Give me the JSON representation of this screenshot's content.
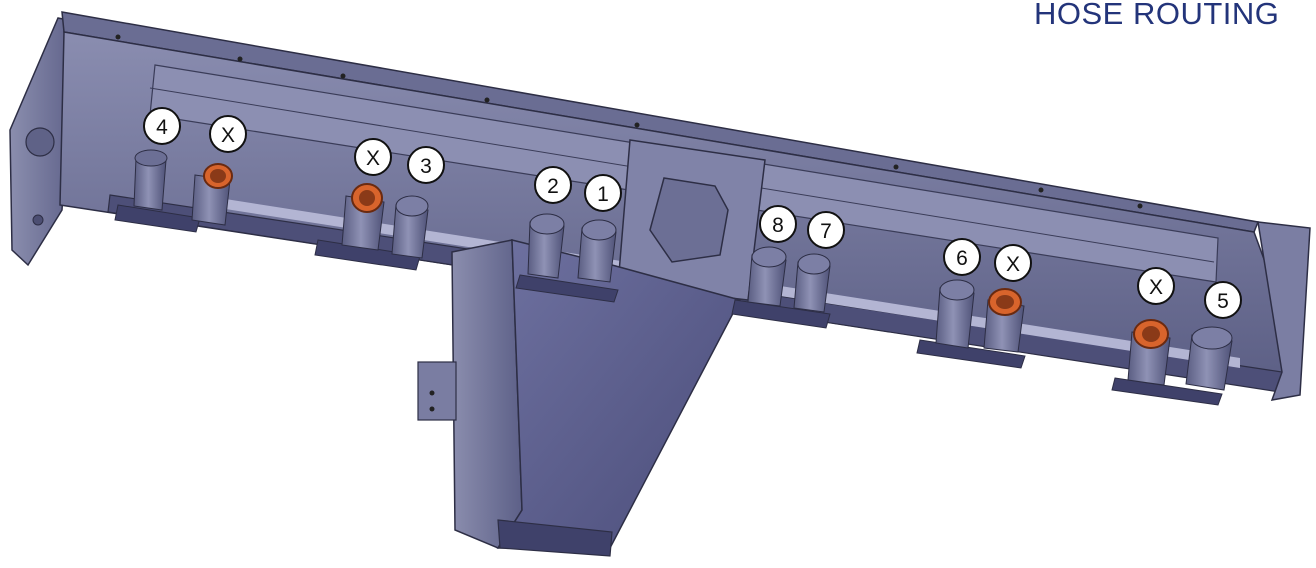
{
  "title": "HOSE ROUTING",
  "colors": {
    "body_dark": "#55577a",
    "body_mid": "#6d7097",
    "body_light": "#8d90b4",
    "edge": "#2d2e45",
    "plug": "#d8642c"
  },
  "callouts": {
    "c4": "4",
    "cx1": "X",
    "cx2": "X",
    "c3": "3",
    "c2": "2",
    "c1": "1",
    "c8": "8",
    "c7": "7",
    "c6": "6",
    "cx3": "X",
    "cx4": "X",
    "c5": "5"
  }
}
